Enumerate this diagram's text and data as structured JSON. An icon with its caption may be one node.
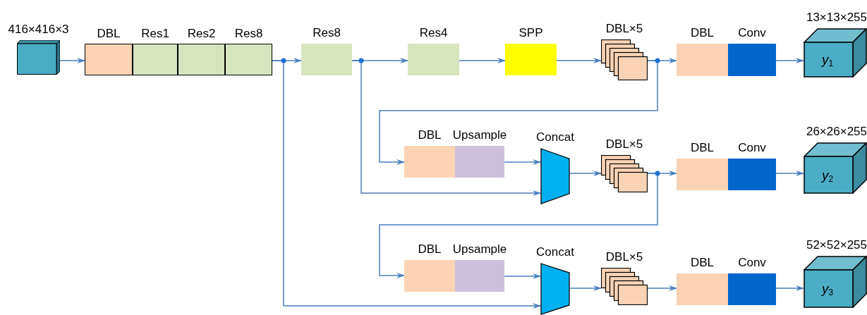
{
  "diagram": {
    "nodes": [
      {
        "text": [
          "416×416×3"
        ]
      },
      {
        "text": [
          "DBL"
        ]
      },
      {
        "text": [
          "Res1"
        ]
      },
      {
        "text": [
          "Res2"
        ]
      },
      {
        "text": [
          "Res8"
        ]
      },
      {
        "text": [
          "Res8"
        ]
      },
      {
        "text": [
          "Res4"
        ]
      },
      {
        "text": [
          "SPP"
        ]
      },
      {
        "text": [
          "DBL×5"
        ]
      },
      {
        "text": [
          "DBL"
        ]
      },
      {
        "text": [
          "Conv"
        ]
      },
      {
        "text": [
          "13×13×255",
          "y$_{1}$"
        ]
      },
      {
        "text": [
          "DBL"
        ]
      },
      {
        "text": [
          "Upsample"
        ]
      },
      {
        "text": [
          "Concat"
        ]
      },
      {
        "text": [
          "DBL×5"
        ]
      },
      {
        "text": [
          "DBL"
        ]
      },
      {
        "text": [
          "Conv"
        ]
      },
      {
        "text": [
          "26×26×255",
          "y$_{2}$"
        ]
      },
      {
        "text": [
          "DBL"
        ]
      },
      {
        "text": [
          "Upsample"
        ]
      },
      {
        "text": [
          "Concat"
        ]
      },
      {
        "text": [
          "DBL×5"
        ]
      },
      {
        "text": [
          "DBL"
        ]
      },
      {
        "text": [
          "Conv"
        ]
      },
      {
        "text": [
          "52×52×255",
          "y$_{3}$"
        ]
      }
    ],
    "edges": [
      {
        "from": 0,
        "to": 1,
        "arrow": "to"
      },
      {
        "from": 4,
        "to": 5,
        "arrow": "to"
      },
      {
        "from": 4,
        "to": 21,
        "arrow": "to"
      },
      {
        "from": 5,
        "to": 6,
        "arrow": "to"
      },
      {
        "from": 5,
        "to": 14,
        "arrow": "to"
      },
      {
        "from": 6,
        "to": 7,
        "arrow": "to"
      },
      {
        "from": 7,
        "to": 8,
        "arrow": "to"
      },
      {
        "from": 8,
        "to": 9,
        "arrow": "to"
      },
      {
        "from": 8,
        "to": 12,
        "arrow": "to"
      },
      {
        "from": 10,
        "to": 11,
        "arrow": "to"
      },
      {
        "from": 13,
        "to": 14,
        "arrow": "to"
      },
      {
        "from": 14,
        "to": 15,
        "arrow": "to"
      },
      {
        "from": 15,
        "to": 16,
        "arrow": "to"
      },
      {
        "from": 15,
        "to": 19,
        "arrow": "to"
      },
      {
        "from": 17,
        "to": 18,
        "arrow": "to"
      },
      {
        "from": 20,
        "to": 21,
        "arrow": "to"
      },
      {
        "from": 21,
        "to": 22,
        "arrow": "to"
      },
      {
        "from": 22,
        "to": 23,
        "arrow": "to"
      },
      {
        "from": 24,
        "to": 25,
        "arrow": "to"
      }
    ]
  }
}
